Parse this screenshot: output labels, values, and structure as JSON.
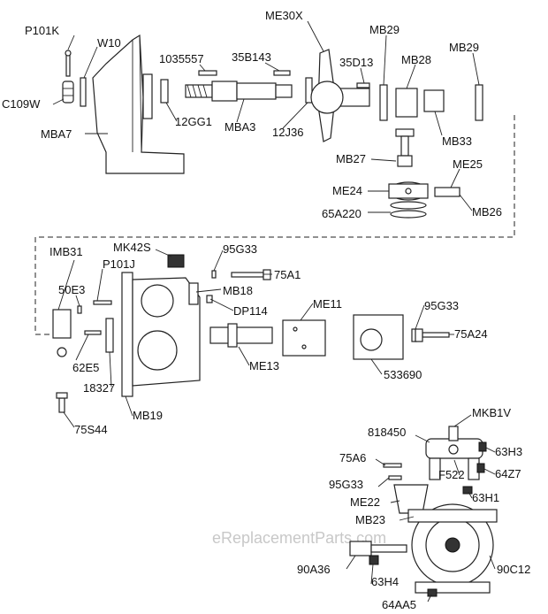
{
  "watermark": "eReplacementParts.com",
  "labels": {
    "P101K": "P101K",
    "W10": "W10",
    "C109W": "C109W",
    "MBA7": "MBA7",
    "1035557": "1035557",
    "35B143": "35B143",
    "12GG1": "12GG1",
    "MBA3": "MBA3",
    "12J36": "12J36",
    "ME30X": "ME30X",
    "35D13": "35D13",
    "MB29a": "MB29",
    "MB28": "MB28",
    "MB29b": "MB29",
    "MB33": "MB33",
    "MB27": "MB27",
    "ME25": "ME25",
    "ME24": "ME24",
    "65A220": "65A220",
    "MB26": "MB26",
    "IMB31": "IMB31",
    "MK42S": "MK42S",
    "95G33a": "95G33",
    "P101J": "P101J",
    "75A1": "75A1",
    "50E3": "50E3",
    "MB18": "MB18",
    "DP114": "DP114",
    "ME11": "ME11",
    "95G33b": "95G33",
    "75A24": "75A24",
    "62E5": "62E5",
    "ME13": "ME13",
    "533690": "533690",
    "18327": "18327",
    "MB19": "MB19",
    "75S44": "75S44",
    "MKB1V": "MKB1V",
    "818450": "818450",
    "63H3": "63H3",
    "75A6": "75A6",
    "64Z7": "64Z7",
    "F522": "F522",
    "95G33c": "95G33",
    "63H1": "63H1",
    "ME22": "ME22",
    "MB23": "MB23",
    "90A36": "90A36",
    "90C12": "90C12",
    "63H4": "63H4",
    "64AA5": "64AA5"
  }
}
